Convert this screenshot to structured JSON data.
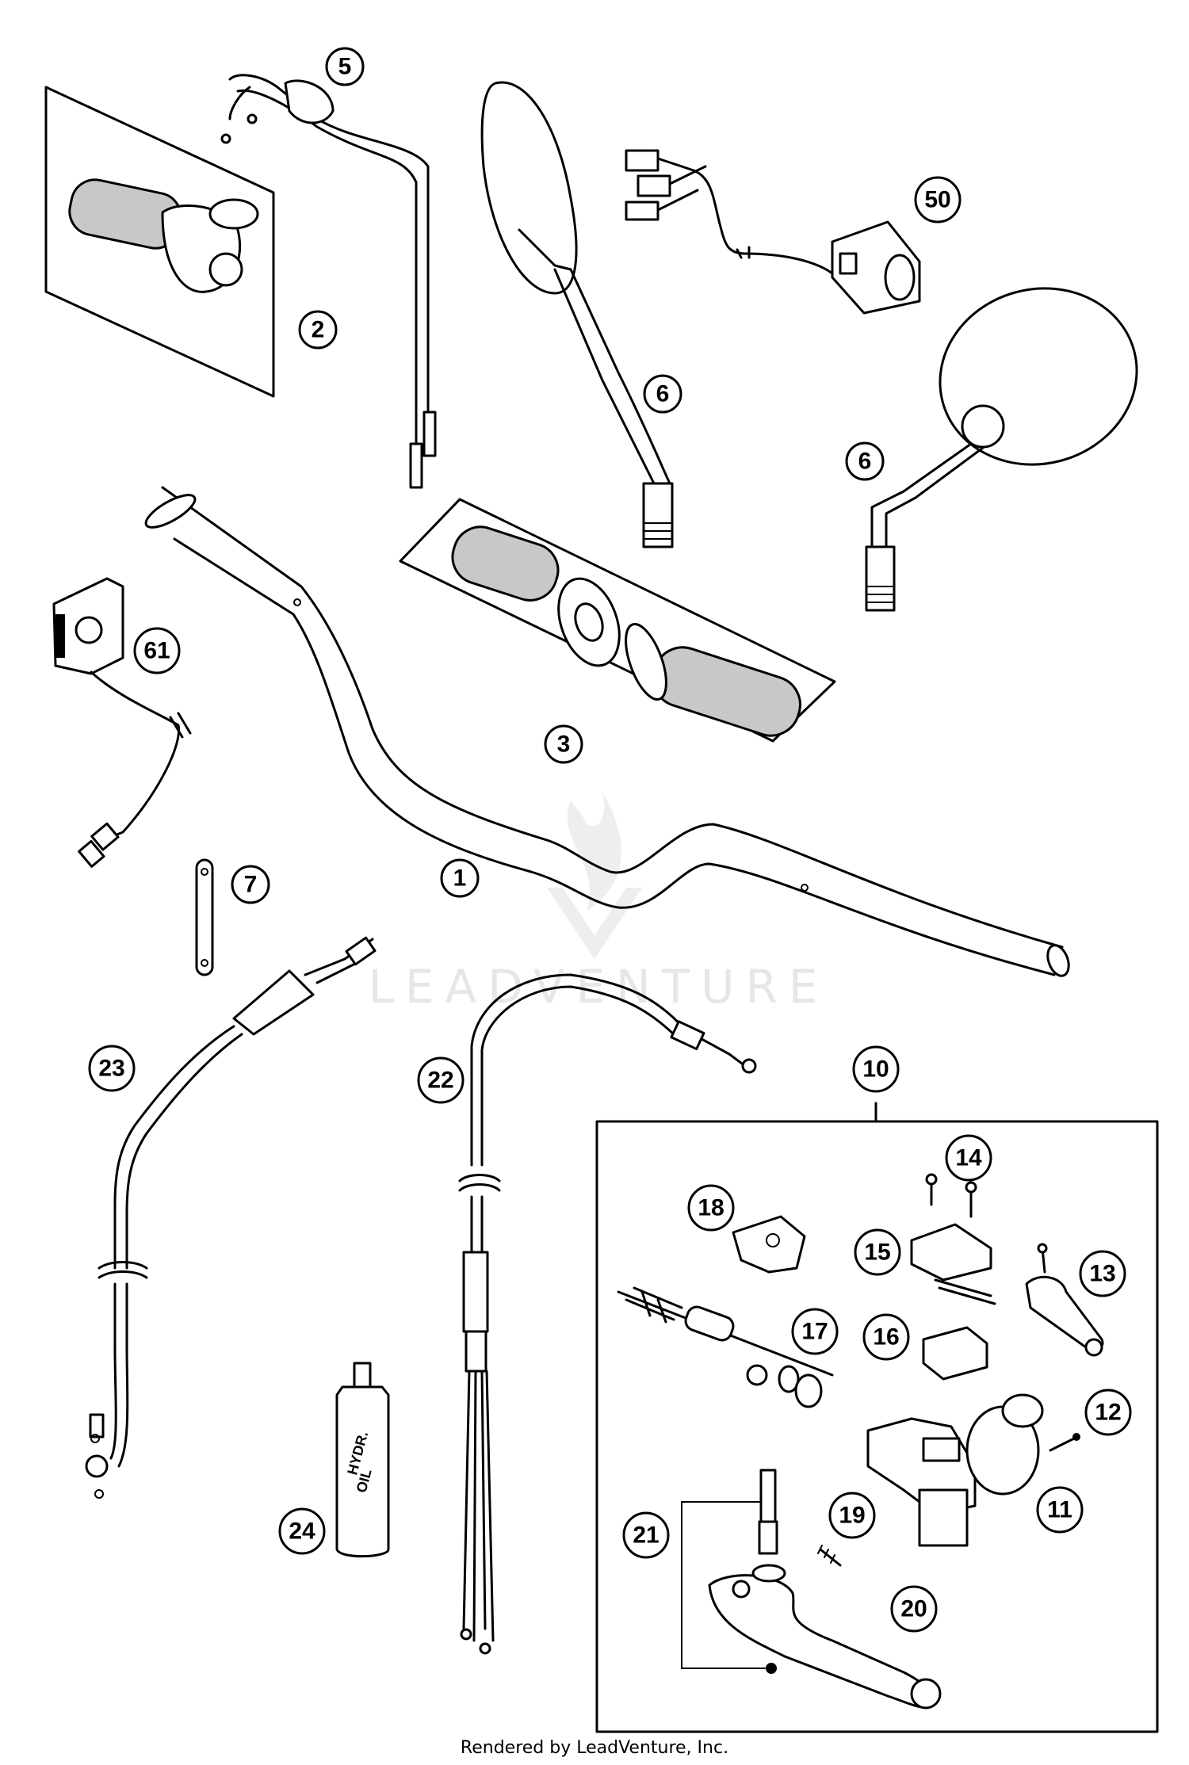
{
  "diagram": {
    "callouts": {
      "c1": "1",
      "c2": "2",
      "c3": "3",
      "c5": "5",
      "c6a": "6",
      "c6b": "6",
      "c7": "7",
      "c10": "10",
      "c11": "11",
      "c12": "12",
      "c13": "13",
      "c14": "14",
      "c15": "15",
      "c16": "16",
      "c17": "17",
      "c18": "18",
      "c19": "19",
      "c20": "20",
      "c21": "21",
      "c22": "22",
      "c23": "23",
      "c24": "24",
      "c50": "50",
      "c61": "61"
    },
    "bottle_label_line1": "HYDR.",
    "bottle_label_line2": "OIL",
    "watermark": "LEADVENTURE",
    "credit": "Rendered by LeadVenture, Inc."
  }
}
